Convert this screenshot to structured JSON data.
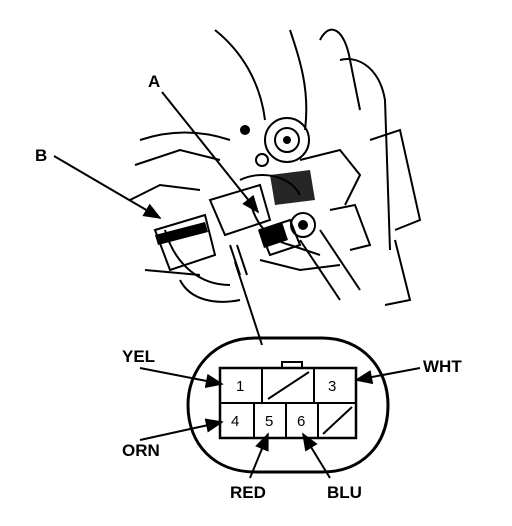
{
  "callouts": {
    "a": "A",
    "b": "B"
  },
  "connector": {
    "pins": [
      "1",
      "3",
      "4",
      "5",
      "6"
    ],
    "wires": {
      "pin1": "YEL",
      "pin3": "WHT",
      "pin4": "ORN",
      "pin5": "RED",
      "pin6": "BLU"
    }
  }
}
